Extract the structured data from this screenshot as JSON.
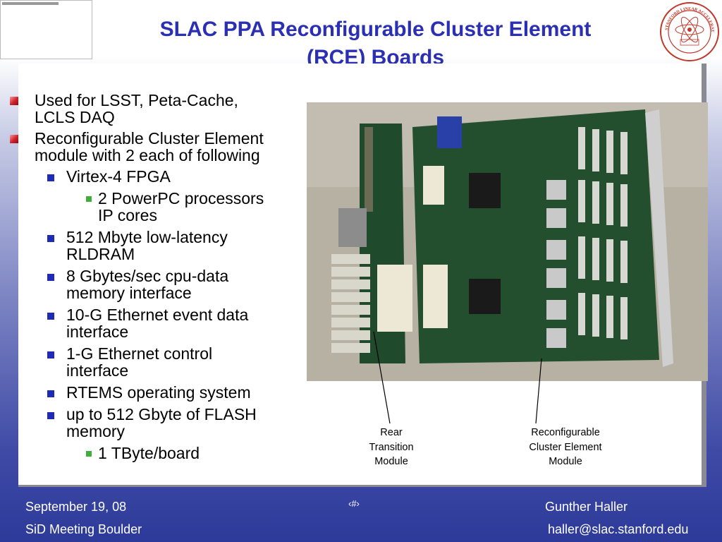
{
  "title": {
    "line1": "SLAC PPA Reconfigurable Cluster Element",
    "line2": "(RCE) Boards"
  },
  "bullets": [
    {
      "level": 1,
      "lines": [
        "Used for LSST, Peta-Cache,",
        "LCLS DAQ"
      ]
    },
    {
      "level": 1,
      "lines": [
        "Reconfigurable Cluster Element",
        "module with 2 each of following"
      ]
    },
    {
      "level": 2,
      "lines": [
        "Virtex-4 FPGA"
      ]
    },
    {
      "level": 3,
      "lines": [
        "2 PowerPC processors",
        "IP cores"
      ]
    },
    {
      "level": 2,
      "lines": [
        "512 Mbyte low-latency",
        "RLDRAM"
      ]
    },
    {
      "level": 2,
      "lines": [
        "8 Gbytes/sec cpu-data",
        "memory interface"
      ]
    },
    {
      "level": 2,
      "lines": [
        "10-G Ethernet event data",
        "interface"
      ]
    },
    {
      "level": 2,
      "lines": [
        "1-G Ethernet control",
        "interface"
      ]
    },
    {
      "level": 2,
      "lines": [
        "RTEMS operating system"
      ]
    },
    {
      "level": 2,
      "lines": [
        "up to 512 Gbyte of FLASH",
        "memory"
      ]
    },
    {
      "level": 3,
      "lines": [
        "1 TByte/board"
      ]
    }
  ],
  "callouts": {
    "rtm": {
      "line1": "Rear",
      "line2": "Transition",
      "line3": "Module"
    },
    "rce": {
      "line1": "Reconfigurable",
      "line2": "Cluster Element",
      "line3": "Module"
    }
  },
  "photo": {
    "icon": "circuit-board-photo"
  },
  "seal_text": "STANFORD LINEAR ACCELERATOR CENTER",
  "footer": {
    "date": "September 19, 08",
    "page_number": "‹#›",
    "author": "Gunther Haller",
    "event": "SiD Meeting Boulder",
    "email": "haller@slac.stanford.edu"
  },
  "colors": {
    "title": "#2b2fb3",
    "bullet_l1": "#d0202a",
    "bullet_l2": "#1f2ab8",
    "bullet_l3": "#3fae3a"
  }
}
